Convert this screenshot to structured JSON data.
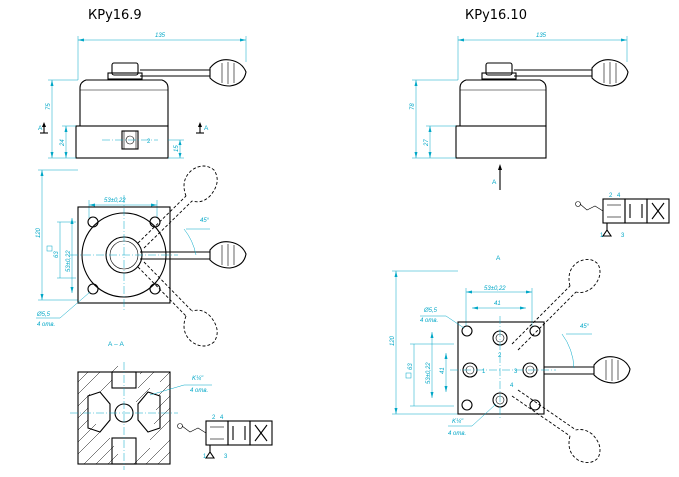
{
  "titles": {
    "left": "КРу16.9",
    "right": "КРу16.10"
  },
  "dims": {
    "left_top_width": "135",
    "left_height_total": "75",
    "left_height_base": "24",
    "left_port_height": "15",
    "left_base_width": "120",
    "left_bolt_spacing": "53±0,22",
    "left_bolt_spacing_v": "53±0,22",
    "left_square": "63",
    "left_angle": "45°",
    "left_hole_dia": "Ø5,5",
    "left_hole_count": "4 отв.",
    "right_top_width": "135",
    "right_height_total": "78",
    "right_height_base": "27",
    "right_base_width": "120",
    "right_bolt_spacing": "53±0,22",
    "right_inner": "41",
    "right_inner_v": "41",
    "right_bolt_spacing_v": "53±0,22",
    "right_square": "63",
    "right_angle": "45°",
    "right_hole_dia": "Ø5,5",
    "right_hole_count": "4 отв.",
    "right_thread": "K¼\"",
    "right_thread_count": "4 отв.",
    "left_thread": "K¼\"",
    "left_thread_count": "4 отв."
  },
  "view_labels": {
    "section": "А – А",
    "view_right": "А",
    "left_cut_a1": "А",
    "left_cut_a2": "А",
    "right_cut_a": "А"
  },
  "port_labels": {
    "left_side_port": "2",
    "right_p1": "1",
    "right_p2": "2",
    "right_p3": "3",
    "right_p4": "4",
    "sym_left_2": "2",
    "sym_left_4": "4",
    "sym_left_1": "1",
    "sym_left_3": "3",
    "sym_right_2": "2",
    "sym_right_4": "4",
    "sym_right_1": "1",
    "sym_right_3": "3"
  }
}
